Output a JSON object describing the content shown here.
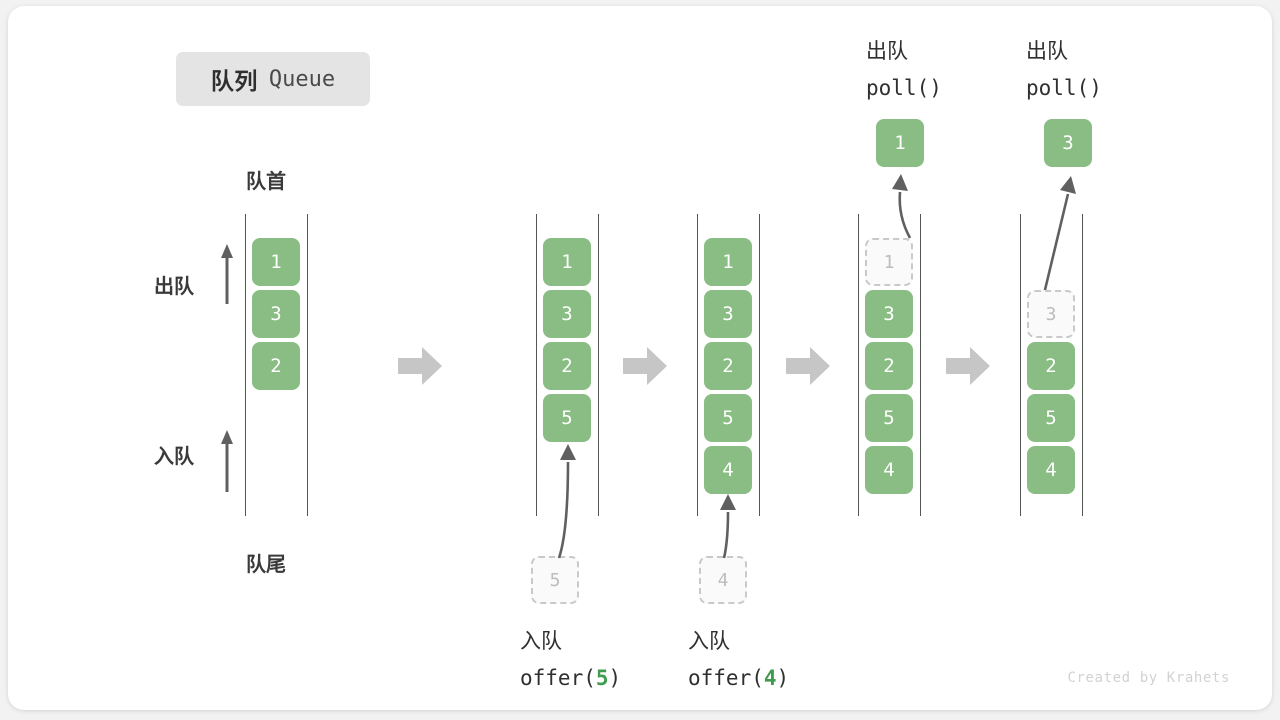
{
  "title": {
    "cn": "队列",
    "en": "Queue"
  },
  "labels": {
    "head": "队首",
    "tail": "队尾",
    "dequeue": "出队",
    "enqueue": "入队"
  },
  "colors": {
    "box_fill": "#8abd84",
    "box_text": "#ffffff",
    "ghost_border": "#c9c9c9",
    "ghost_text": "#bcbcbc",
    "arrow_gray": "#c6c6c6",
    "accent_green": "#3f9c4f",
    "chip_bg": "#e4e4e4",
    "rail": "#555555",
    "text_dark": "#2f2f2f"
  },
  "columns": [
    {
      "name": "initial-queue",
      "slots": [
        {
          "value": "1",
          "state": "filled"
        },
        {
          "value": "3",
          "state": "filled"
        },
        {
          "value": "2",
          "state": "filled"
        }
      ]
    },
    {
      "name": "after-offer-5",
      "slots": [
        {
          "value": "1",
          "state": "filled"
        },
        {
          "value": "3",
          "state": "filled"
        },
        {
          "value": "2",
          "state": "filled"
        },
        {
          "value": "5",
          "state": "filled"
        }
      ],
      "incoming": {
        "value": "5",
        "state": "ghost"
      },
      "op_cn": "入队",
      "op_fn": "offer(",
      "op_arg": "5",
      "op_close": ")"
    },
    {
      "name": "after-offer-4",
      "slots": [
        {
          "value": "1",
          "state": "filled"
        },
        {
          "value": "3",
          "state": "filled"
        },
        {
          "value": "2",
          "state": "filled"
        },
        {
          "value": "5",
          "state": "filled"
        },
        {
          "value": "4",
          "state": "filled"
        }
      ],
      "incoming": {
        "value": "4",
        "state": "ghost"
      },
      "op_cn": "入队",
      "op_fn": "offer(",
      "op_arg": "4",
      "op_close": ")"
    },
    {
      "name": "after-poll-1",
      "slots": [
        {
          "value": "1",
          "state": "ghost"
        },
        {
          "value": "3",
          "state": "filled"
        },
        {
          "value": "2",
          "state": "filled"
        },
        {
          "value": "5",
          "state": "filled"
        },
        {
          "value": "4",
          "state": "filled"
        }
      ],
      "outgoing": {
        "value": "1",
        "state": "filled"
      },
      "op_cn": "出队",
      "op_code": "poll()"
    },
    {
      "name": "after-poll-3",
      "slots": [
        {
          "value": "",
          "state": "empty"
        },
        {
          "value": "3",
          "state": "ghost"
        },
        {
          "value": "2",
          "state": "filled"
        },
        {
          "value": "5",
          "state": "filled"
        },
        {
          "value": "4",
          "state": "filled"
        }
      ],
      "outgoing": {
        "value": "3",
        "state": "filled"
      },
      "op_cn": "出队",
      "op_code": "poll()"
    }
  ],
  "watermark": "Created by Krahets"
}
